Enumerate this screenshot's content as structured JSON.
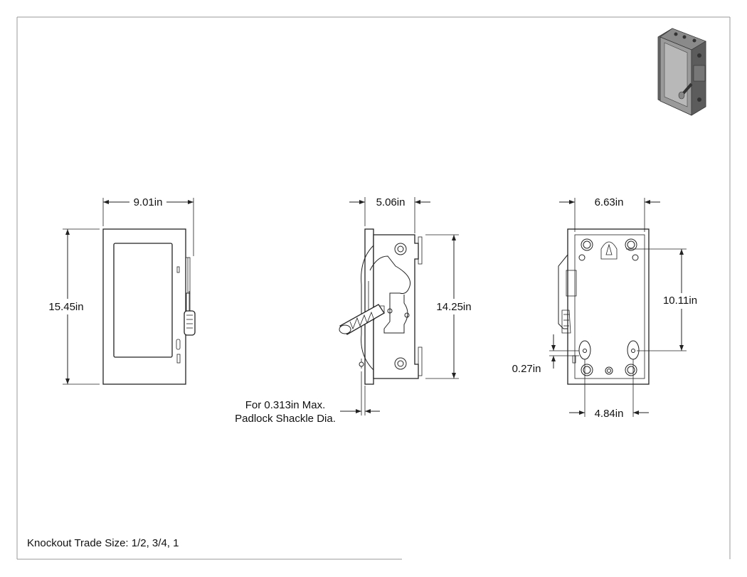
{
  "dimensions": {
    "front_width": "9.01in",
    "front_height": "15.45in",
    "side_depth": "5.06in",
    "side_height": "14.25in",
    "back_width": "6.63in",
    "back_mount_height": "10.11in",
    "back_offset": "0.27in",
    "back_mount_width": "4.84in"
  },
  "notes": {
    "padlock_line1": "For 0.313in Max.",
    "padlock_line2": "Padlock Shackle Dia.",
    "knockout": "Knockout Trade Size: 1/2, 3/4, 1"
  },
  "colors": {
    "line": "#222222",
    "frame": "#999999",
    "iso_body": "#7a7a7a",
    "iso_face": "#b5b5b5"
  }
}
